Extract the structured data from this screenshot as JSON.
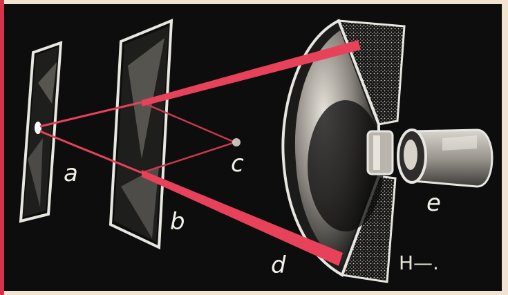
{
  "labels": {
    "a": "a",
    "b": "b",
    "c": "c",
    "d": "d",
    "e": "e"
  },
  "signature": "H—.",
  "colors": {
    "background": "#0d0d0d",
    "frame": "#f1e3cf",
    "edge_red": "#d8324a",
    "beam": "#e8415a",
    "glass": "#e8e6e0"
  }
}
